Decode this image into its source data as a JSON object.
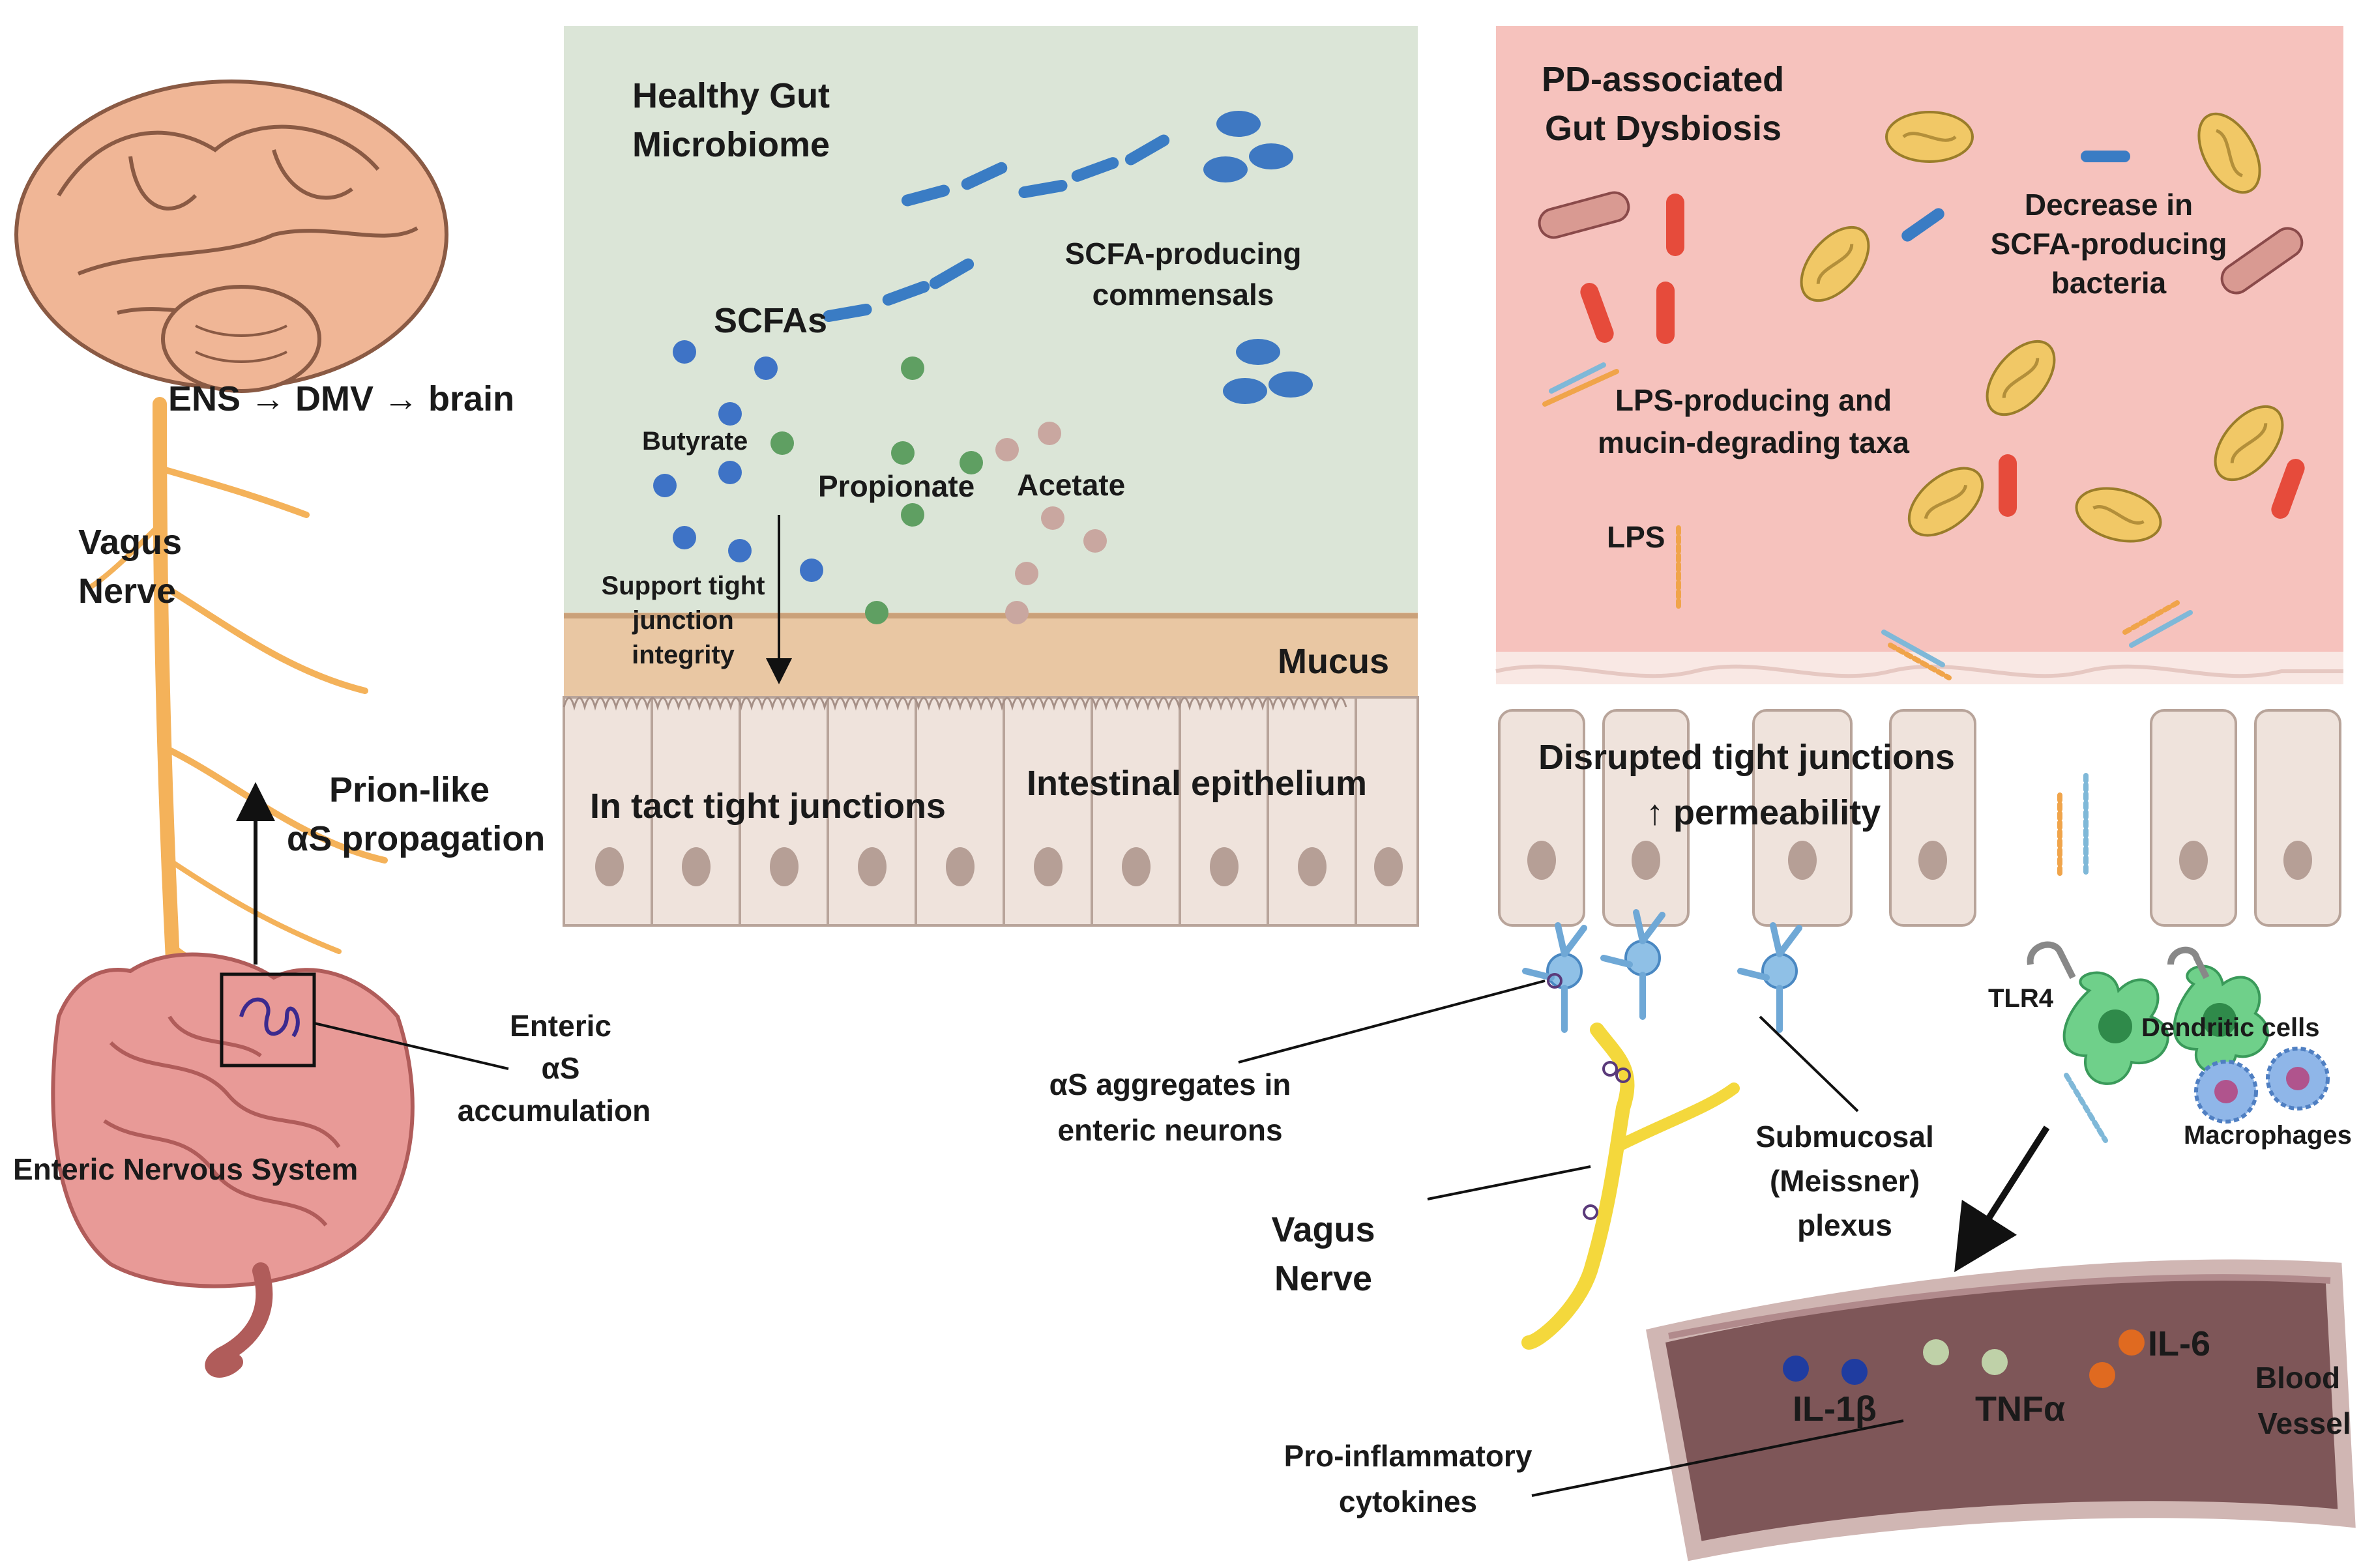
{
  "left": {
    "axis_path": "ENS → DMV → brain",
    "vagus_nerve": [
      "Vagus",
      "Nerve"
    ],
    "propagation": [
      "Prion-like",
      "αS propagation"
    ],
    "enteric_accumulation": [
      "Enteric",
      "αS",
      "accumulation"
    ],
    "enteric_system": "Enteric Nervous System"
  },
  "healthy": {
    "title": [
      "Healthy Gut",
      "Microbiome"
    ],
    "scfas": "SCFAs",
    "commensals": [
      "SCFA-producing",
      "commensals"
    ],
    "butyrate": "Butyrate",
    "propionate": "Propionate",
    "acetate": "Acetate",
    "support": [
      "Support tight",
      "junction",
      "integrity"
    ],
    "mucus": "Mucus",
    "tight_junctions": "In tact tight junctions",
    "epithelium": "Intestinal epithelium"
  },
  "dysbiosis": {
    "title": [
      "PD-associated",
      "Gut Dysbiosis"
    ],
    "decrease": [
      "Decrease in",
      "SCFA-producing",
      "bacteria"
    ],
    "lps_taxa": [
      "LPS-producing and",
      "mucin-degrading taxa"
    ],
    "lps": "LPS",
    "disrupted": [
      "Disrupted tight junctions",
      "↑ permeability"
    ],
    "tlr4": "TLR4",
    "dendritic": "Dendritic cells",
    "macrophages": "Macrophages",
    "as_aggregates": [
      "αS aggregates in",
      "enteric neurons"
    ],
    "submucosal": [
      "Submucosal",
      "(Meissner)",
      "plexus"
    ],
    "vagus": [
      "Vagus",
      "Nerve"
    ],
    "il1b": "IL-1β",
    "tnfa": "TNFα",
    "il6": "IL-6",
    "blood_vessel": [
      "Blood",
      "Vessel"
    ],
    "cytokines": [
      "Pro-inflammatory",
      "cytokines"
    ]
  },
  "colors": {
    "healthy_bg": "#dbe5d7",
    "dysbiosis_bg": "#f6c2bd",
    "mucus": "#e9c7a3",
    "epithelium": "#efe3dc",
    "brain": "#f0b696",
    "nerve": "#f4b25a",
    "intestine": "#e89a97",
    "butyrate": "#3e73c6",
    "propionate": "#5f9f62",
    "acetate": "#c9a7a0",
    "vessel": "#7e5658"
  }
}
